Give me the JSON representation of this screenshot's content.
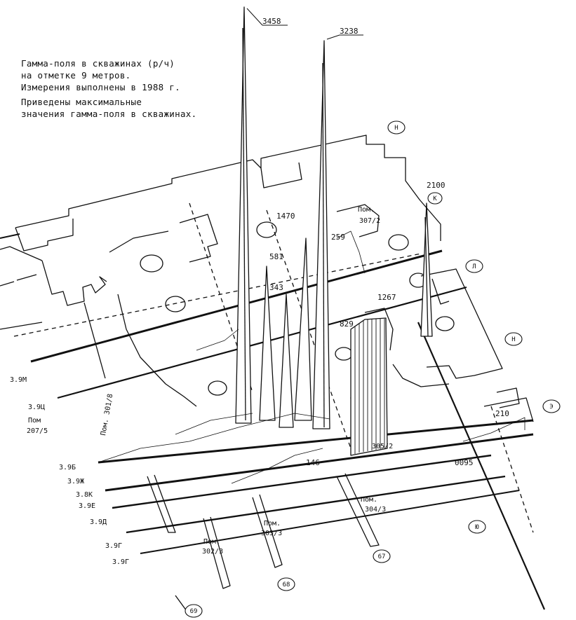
{
  "caption": {
    "line1": "Гамма-поля в скважинах (р/ч)",
    "line2": "на отметке 9 метров.",
    "line3": "Измерения выполнены в 1988 г.",
    "line4": "Приведены максимальные",
    "line5": "значения гамма-поля в скважинах."
  },
  "peaks": [
    {
      "id": "p3458",
      "value": "3458"
    },
    {
      "id": "p3238",
      "value": "3238"
    },
    {
      "id": "p2100",
      "value": "2100"
    },
    {
      "id": "p1470",
      "value": "1470"
    },
    {
      "id": "p259",
      "value": "259"
    },
    {
      "id": "p581",
      "value": "581"
    },
    {
      "id": "p343",
      "value": "343"
    },
    {
      "id": "p1267",
      "value": "1267"
    },
    {
      "id": "p829",
      "value": "829"
    },
    {
      "id": "p210",
      "value": "210"
    },
    {
      "id": "p146",
      "value": "146"
    },
    {
      "id": "p0095",
      "value": "0095"
    }
  ],
  "rooms": {
    "r307_2_a": "Пом.",
    "r307_2_b": "307/2",
    "r301_8": "Пом. 301/8",
    "r207_5_a": "Пом",
    "r207_5_b": "207/5",
    "r302_3_a": "Пом.",
    "r302_3_b": "302/3",
    "r303_3_a": "Пом.",
    "r303_3_b": "303/3",
    "r304_3_a": "Пом.",
    "r304_3_b": "304/3",
    "r305_2": "305/2"
  },
  "axis_labels": {
    "a1": "3.9М",
    "a2": "3.9Ц",
    "a3": "3.9Б",
    "a4": "3.9Ж",
    "a5": "3.8К",
    "a6": "3.9Е",
    "a7": "3.9Д",
    "a8": "3.9Г",
    "a9": "3.9Г"
  },
  "bubbles": {
    "b1": "Н",
    "b2": "К",
    "b3": "Л",
    "b4": "Н",
    "b5": "Э",
    "b6": "Ю",
    "b7": "67",
    "b8": "68",
    "b9": "69"
  }
}
